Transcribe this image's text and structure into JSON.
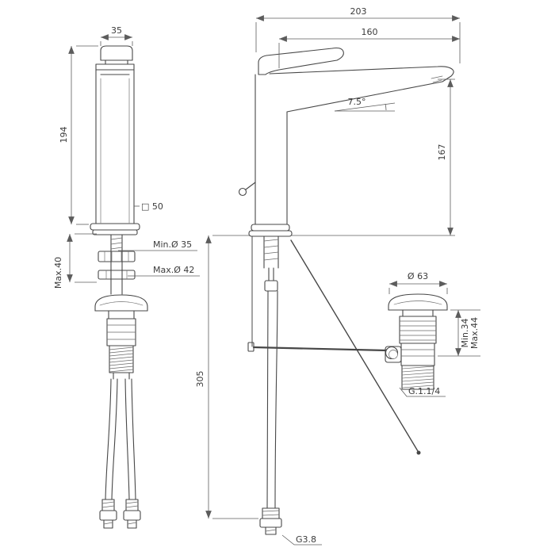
{
  "drawing_type": "faucet technical dimension drawing",
  "front_view": {
    "handle_width": "35",
    "height": "194",
    "square_section": "□ 50",
    "min_hole_diameter": "Min.Ø 35",
    "max_hole_diameter": "Max.Ø 42",
    "max_deck_thickness": "Max.40"
  },
  "side_view": {
    "total_depth": "203",
    "spout_reach": "160",
    "spout_angle": "7.5°",
    "outlet_height": "167",
    "hose_drop": "305",
    "supply_thread": "G3.8"
  },
  "drain": {
    "flange_diameter": "Ø 63",
    "min_body_depth": "Min.34",
    "max_body_depth": "Max.44",
    "thread": "G.1.1/4"
  },
  "colors": {
    "object_line": "#474747",
    "dimension_line": "#5c5c5c",
    "text": "#3b3b3b",
    "background": "#ffffff"
  }
}
